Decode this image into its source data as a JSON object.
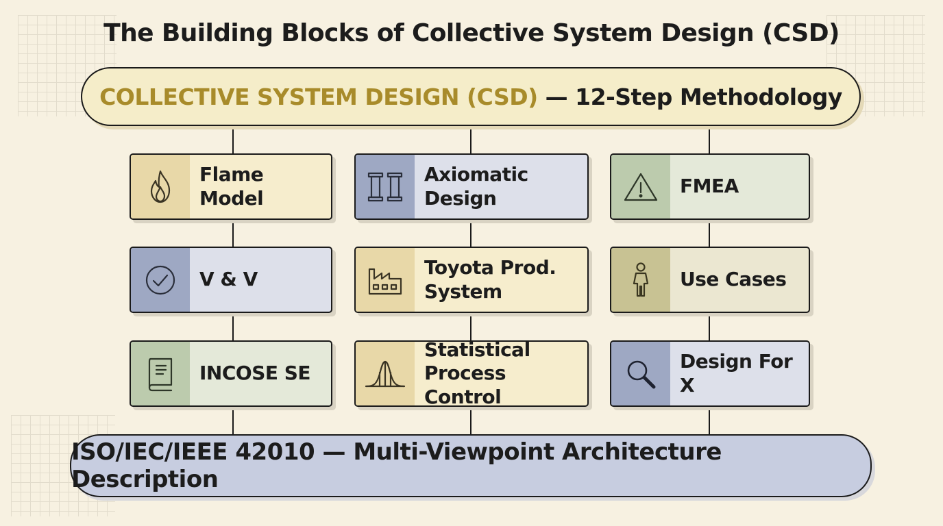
{
  "title": "The Building Blocks of Collective System Design (CSD)",
  "top_banner": {
    "accent": "COLLECTIVE SYSTEM DESIGN (CSD)",
    "rest": " — 12-Step Methodology"
  },
  "bottom_banner": {
    "text": "ISO/IEC/IEEE 42010 — Multi-Viewpoint Architecture Description"
  },
  "blocks": [
    {
      "label": "Flame Model",
      "icon": "flame-icon"
    },
    {
      "label": "Axiomatic Design",
      "icon": "pillars-icon"
    },
    {
      "label": "FMEA",
      "icon": "warning-icon"
    },
    {
      "label": "V & V",
      "icon": "check-circle-icon"
    },
    {
      "label": "Toyota Prod. System",
      "icon": "factory-icon"
    },
    {
      "label": "Use Cases",
      "icon": "person-icon"
    },
    {
      "label": "INCOSE SE",
      "icon": "book-icon"
    },
    {
      "label": "Statistical Process Control",
      "icon": "bell-curve-icon"
    },
    {
      "label": "Design For X",
      "icon": "magnifier-icon"
    }
  ],
  "colors": {
    "background": "#f7f1e1",
    "accent_gold": "#a88b2a",
    "yellow_tint": "#e8d8a8",
    "blue_tint": "#9ea8c3",
    "green_tint": "#bccbad",
    "olive_tint": "#c8c293"
  }
}
